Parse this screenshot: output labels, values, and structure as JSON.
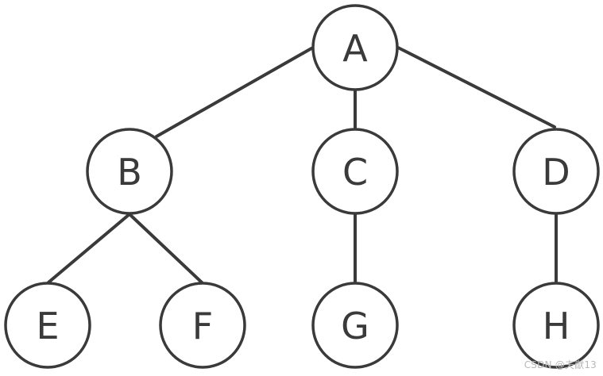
{
  "nodes": [
    {
      "id": "A",
      "label": "A"
    },
    {
      "id": "B",
      "label": "B"
    },
    {
      "id": "C",
      "label": "C"
    },
    {
      "id": "D",
      "label": "D"
    },
    {
      "id": "E",
      "label": "E"
    },
    {
      "id": "F",
      "label": "F"
    },
    {
      "id": "G",
      "label": "G"
    },
    {
      "id": "H",
      "label": "H"
    }
  ],
  "edges": [
    {
      "from": "A",
      "to": "B"
    },
    {
      "from": "A",
      "to": "C"
    },
    {
      "from": "A",
      "to": "D"
    },
    {
      "from": "B",
      "to": "E"
    },
    {
      "from": "B",
      "to": "F"
    },
    {
      "from": "C",
      "to": "G"
    },
    {
      "from": "D",
      "to": "H"
    }
  ],
  "watermark": "CSDN @夫猷13",
  "colors": {
    "stroke": "#3a3a3a",
    "fill": "#ffffff"
  }
}
